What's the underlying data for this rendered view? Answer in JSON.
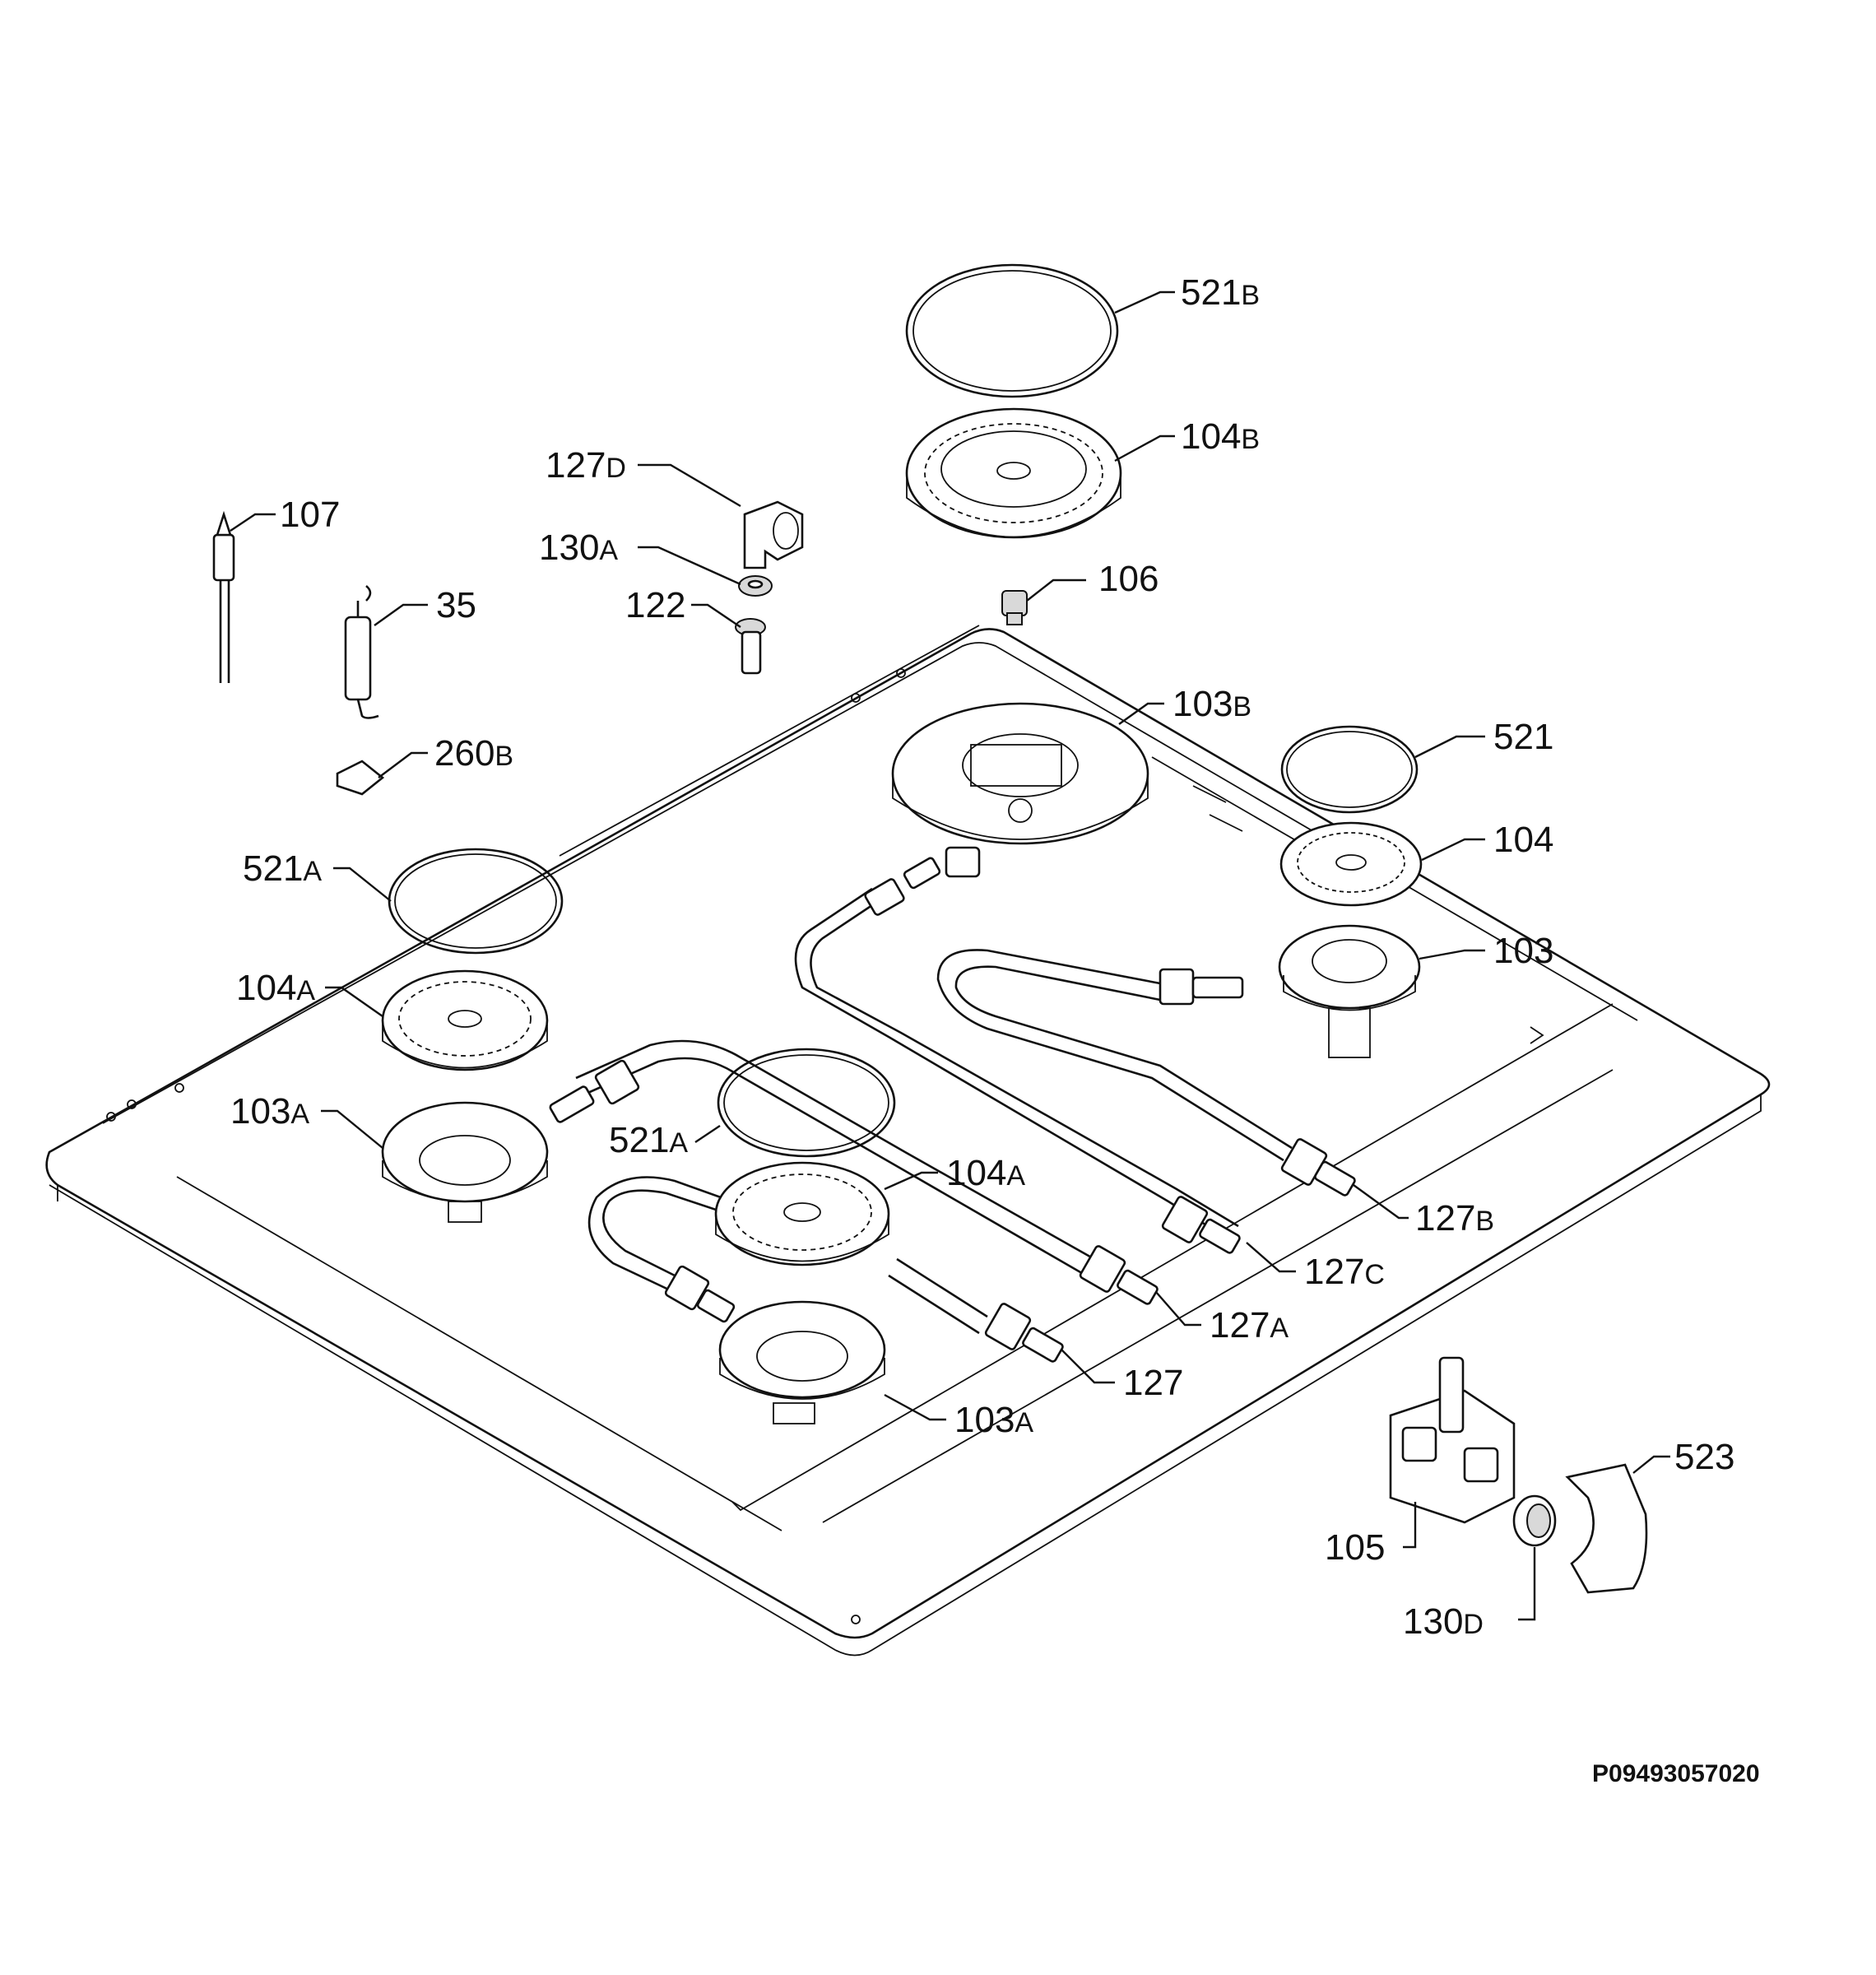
{
  "labels": {
    "l521B": {
      "num": "521",
      "sub": "B"
    },
    "l104B": {
      "num": "104",
      "sub": "B"
    },
    "l127D": {
      "num": "127",
      "sub": "D"
    },
    "l107": {
      "num": "107",
      "sub": ""
    },
    "l130A": {
      "num": "130",
      "sub": "A"
    },
    "l35": {
      "num": "35",
      "sub": ""
    },
    "l122": {
      "num": "122",
      "sub": ""
    },
    "l106": {
      "num": "106",
      "sub": ""
    },
    "l103B": {
      "num": "103",
      "sub": "B"
    },
    "l521": {
      "num": "521",
      "sub": ""
    },
    "l260B": {
      "num": "260",
      "sub": "B"
    },
    "l104": {
      "num": "104",
      "sub": ""
    },
    "l521A1": {
      "num": "521",
      "sub": "A"
    },
    "l103": {
      "num": "103",
      "sub": ""
    },
    "l104A1": {
      "num": "104",
      "sub": "A"
    },
    "l103A1": {
      "num": "103",
      "sub": "A"
    },
    "l521A2": {
      "num": "521",
      "sub": "A"
    },
    "l104A2": {
      "num": "104",
      "sub": "A"
    },
    "l127B": {
      "num": "127",
      "sub": "B"
    },
    "l127C": {
      "num": "127",
      "sub": "C"
    },
    "l127A": {
      "num": "127",
      "sub": "A"
    },
    "l127": {
      "num": "127",
      "sub": ""
    },
    "l103A2": {
      "num": "103",
      "sub": "A"
    },
    "l523": {
      "num": "523",
      "sub": ""
    },
    "l105": {
      "num": "105",
      "sub": ""
    },
    "l130D": {
      "num": "130",
      "sub": "D"
    }
  },
  "document_code": "P09493057020"
}
